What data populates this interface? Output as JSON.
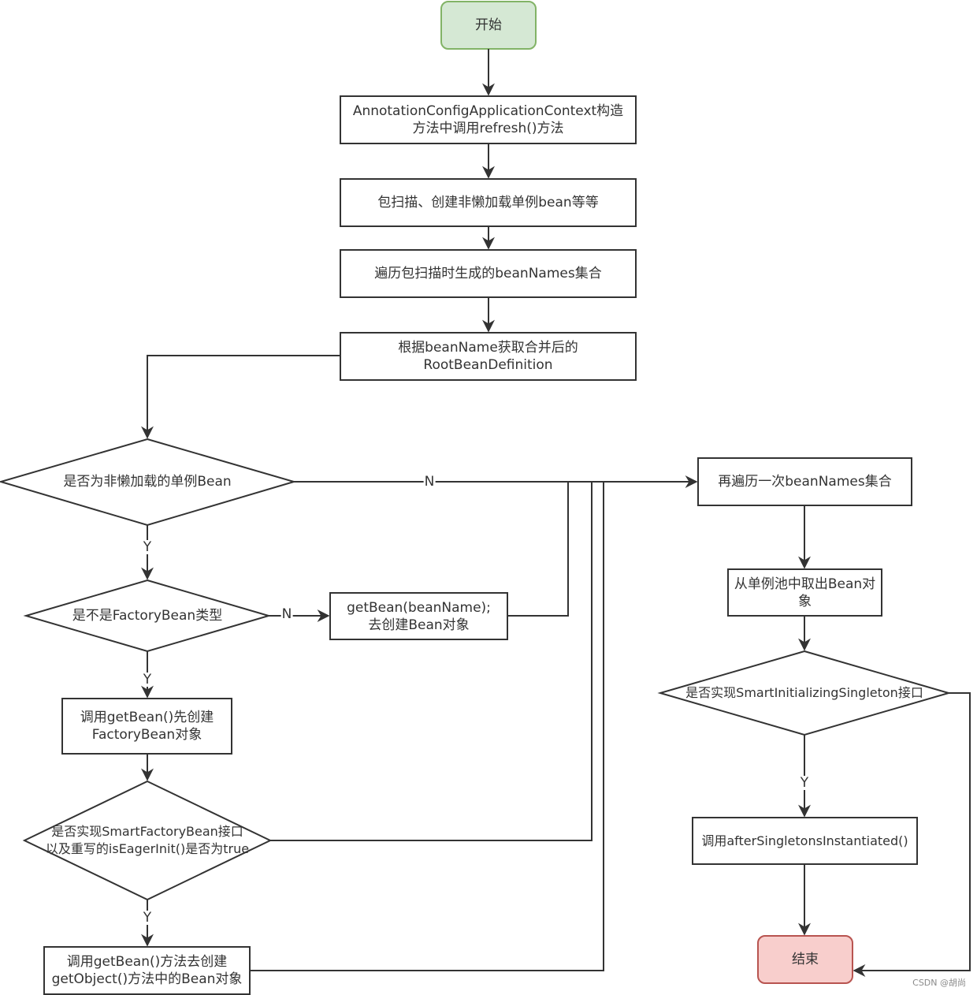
{
  "nodes": {
    "start": "开始",
    "refresh": "AnnotationConfigApplicationContext构造\n方法中调用refresh()方法",
    "scan": "包扫描、创建非懒加载单例bean等等",
    "iterate1": "遍历包扫描时生成的beanNames集合",
    "getRbd": "根据beanName获取合并后的\nRootBeanDefinition",
    "isNonLazySingleton": "是否为非懒加载的单例Bean",
    "isFactoryBean": "是不是FactoryBean类型",
    "getBeanDirect": "getBean(beanName);\n去创建Bean对象",
    "createFactoryBean": "调用getBean()先创建\nFactoryBean对象",
    "isSmartFactoryBean": "是否实现SmartFactoryBean接口\n以及重写的isEagerInit()是否为true",
    "createObject": "调用getBean()方法去创建\ngetObject()方法中的Bean对象",
    "iterate2": "再遍历一次beanNames集合",
    "takeFromPool": "从单例池中取出Bean对\n象",
    "isSmartInit": "是否实现SmartInitializingSingleton接口",
    "callAfter": "调用afterSingletonsInstantiated()",
    "end": "结束"
  },
  "edgeLabels": {
    "n1": "N",
    "y1": "Y",
    "n2": "N",
    "y2": "Y",
    "y3": "Y",
    "y4": "Y"
  },
  "colors": {
    "startFill": "#d5e8d4",
    "startStroke": "#82b366",
    "endFill": "#f8cecc",
    "endStroke": "#b85450",
    "line": "#333333"
  },
  "watermark": "CSDN @胡尚"
}
